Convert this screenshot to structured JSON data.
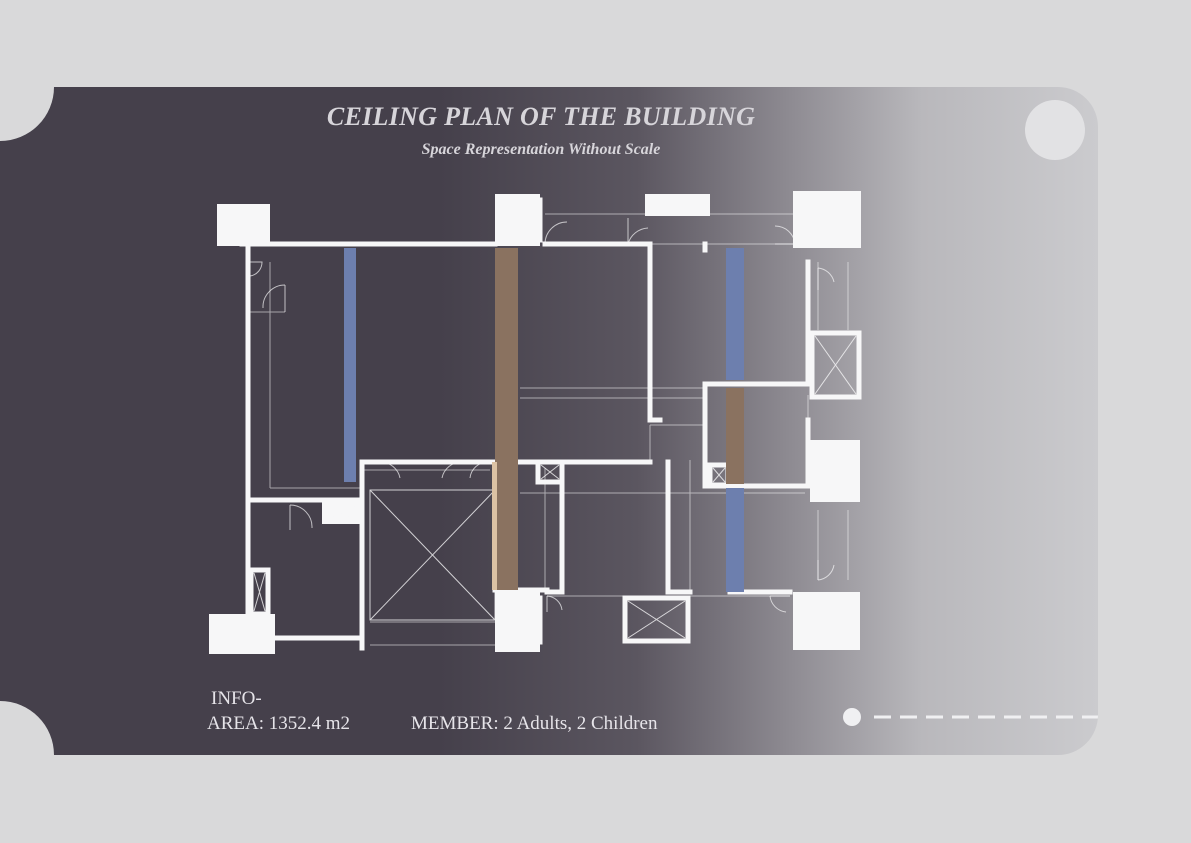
{
  "header": {
    "title": "CEILING PLAN OF THE BUILDING",
    "subtitle": "Space Representation Without Scale"
  },
  "info": {
    "label": "INFO-",
    "area": "AREA: 1352.4 m2",
    "member": "MEMBER: 2 Adults, 2 Children"
  },
  "colors": {
    "card_dark": "#45404b",
    "wall": "#f7f7f8",
    "beam_blue": "#6d7fae",
    "beam_brown": "#8a7260",
    "page_bg": "#d9d9da"
  },
  "plan_elements": {
    "beam_blue_count": 3,
    "beam_brown_count": 2
  }
}
